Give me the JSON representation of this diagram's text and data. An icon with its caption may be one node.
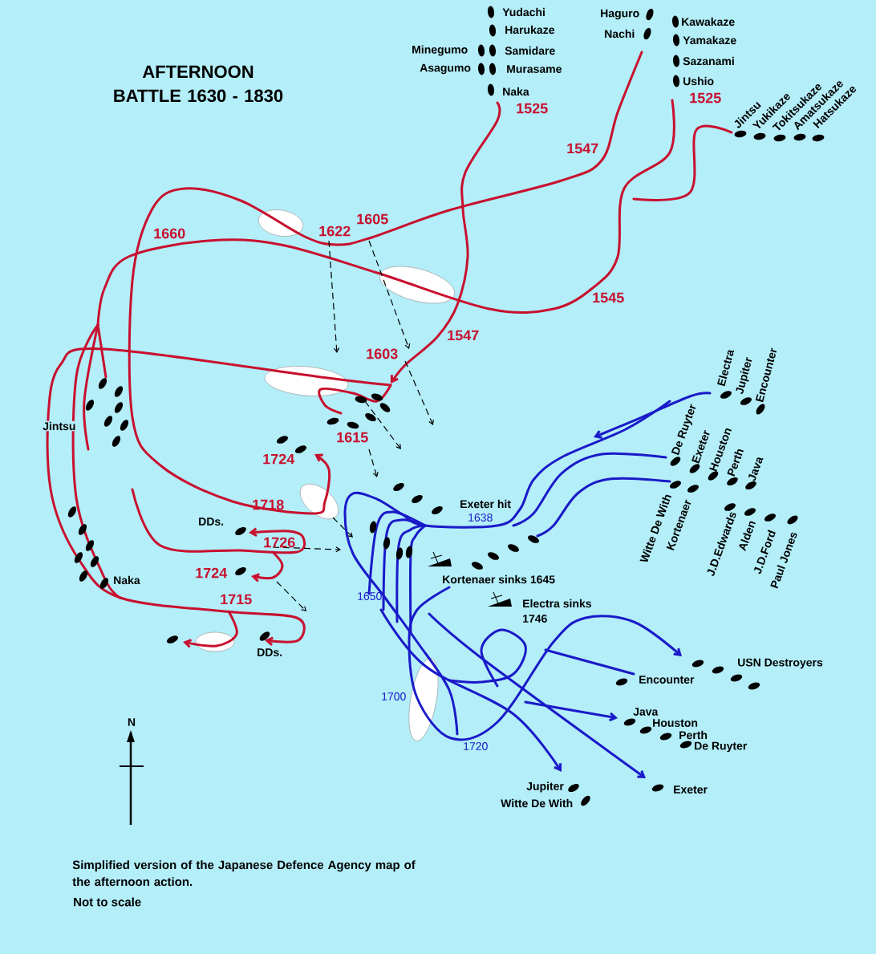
{
  "diagram": {
    "title": "AFTERNOON BATTLE 1630 - 1830",
    "caption": "Simplified version of the Japanese Defence Agency map of the afternoon action.",
    "labels": [
      "Yudachi",
      "Harukaze",
      "Minegumo",
      "Samidare",
      "Asagumo",
      "Murasame",
      "Naka",
      "1525",
      "Haguro",
      "Nachi",
      "Kawakaze",
      "Yamakaze",
      "Sazanami",
      "Ushio",
      "1525",
      "Jintsu",
      "Yukikaze",
      "Tokitsukaze",
      "Amatsukaze",
      "Hatsukaze",
      "1547",
      "1660",
      "1622",
      "1605",
      "1545",
      "1547",
      "1603",
      "Electra",
      "Jupiter",
      "Encounter",
      "De Ruyter",
      "Exeter",
      "Houston",
      "Perth",
      "Java",
      "Jintsu",
      "1615",
      "1724",
      "Witte De With",
      "Kortenaer",
      "J.D.Edwards",
      "Alden",
      "J.D.Ford",
      "Paul Jones",
      "Exeter hit",
      "1638",
      "1718",
      "DDs.",
      "1726",
      "Naka",
      "Kortenaer sinks 1645",
      "1724",
      "1650",
      "Electra sinks",
      "1746",
      "1715",
      "DDs.",
      "USN Destroyers",
      "Encounter",
      "1700",
      "Java",
      "Houston",
      "Perth",
      "1720",
      "De Ruyter",
      "Jupiter",
      "Exeter",
      "Witte De With",
      "N",
      "Not to scale"
    ]
  }
}
